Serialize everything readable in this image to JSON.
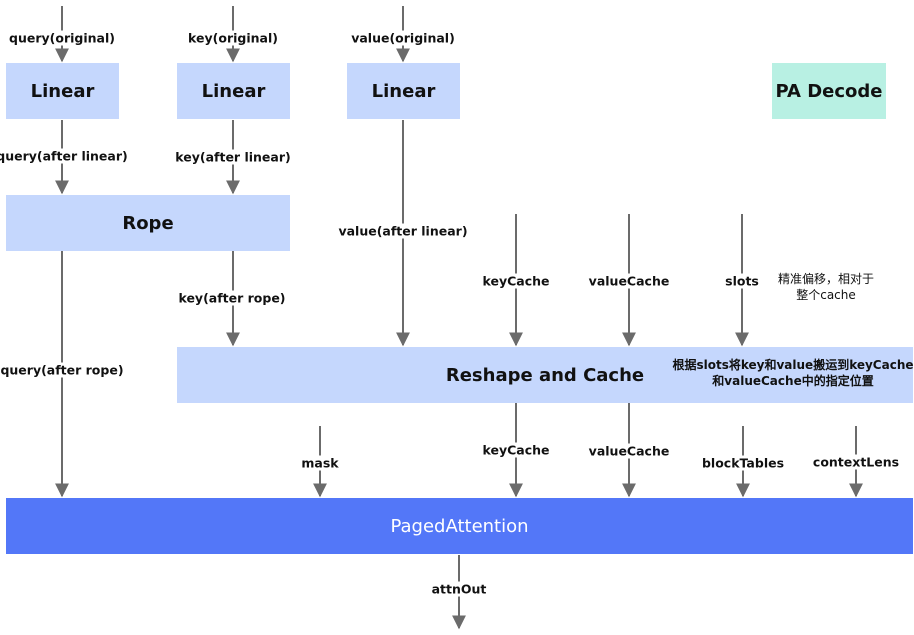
{
  "diagram": {
    "nodes": {
      "linear_q": "Linear",
      "linear_k": "Linear",
      "linear_v": "Linear",
      "legend": "PA Decode",
      "rope": "Rope",
      "reshape": "Reshape and Cache",
      "paged": "PagedAttention"
    },
    "edge_labels": {
      "query_original": "query(original)",
      "key_original": "key(original)",
      "value_original": "value(original)",
      "query_after_linear": "query(after linear)",
      "key_after_linear": "key(after linear)",
      "value_after_linear": "value(after linear)",
      "key_after_rope": "key(after rope)",
      "query_after_rope": "query(after rope)",
      "keycache_in": "keyCache",
      "valuecache_in": "valueCache",
      "slots": "slots",
      "mask": "mask",
      "keycache_out": "keyCache",
      "valuecache_out": "valueCache",
      "blocktables": "blockTables",
      "contextlens": "contextLens",
      "attnout": "attnOut"
    },
    "notes": {
      "slots_note_line1": "精准偏移，相对于",
      "slots_note_line2": "整个cache",
      "reshape_note_line1": "根据slots将key和value搬运到keyCache",
      "reshape_note_line2": "和valueCache中的指定位置"
    },
    "colors": {
      "node": "#c5d7fd",
      "legend": "#b8f0e3",
      "attention": "#5377f8",
      "arrow": "#6b6b6b"
    }
  }
}
